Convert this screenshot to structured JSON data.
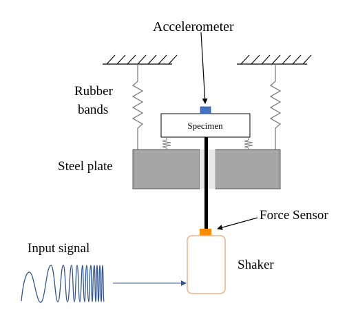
{
  "labels": {
    "accelerometer": "Accelerometer",
    "rubber_bands_line1": "Rubber",
    "rubber_bands_line2": "bands",
    "specimen": "Specimen",
    "steel_plate": "Steel plate",
    "force_sensor": "Force Sensor",
    "shaker": "Shaker",
    "input_signal": "Input signal"
  },
  "colors": {
    "steel_plate_fill": "#a6a6a6",
    "steel_plate_stroke": "#595959",
    "accelerometer": "#4472c4",
    "force_sensor": "#ff8c00",
    "shaker_stroke": "#f4b183",
    "spring_stroke": "#7f7f7f",
    "signal_stroke": "#2f5597",
    "rod": "#000000"
  }
}
